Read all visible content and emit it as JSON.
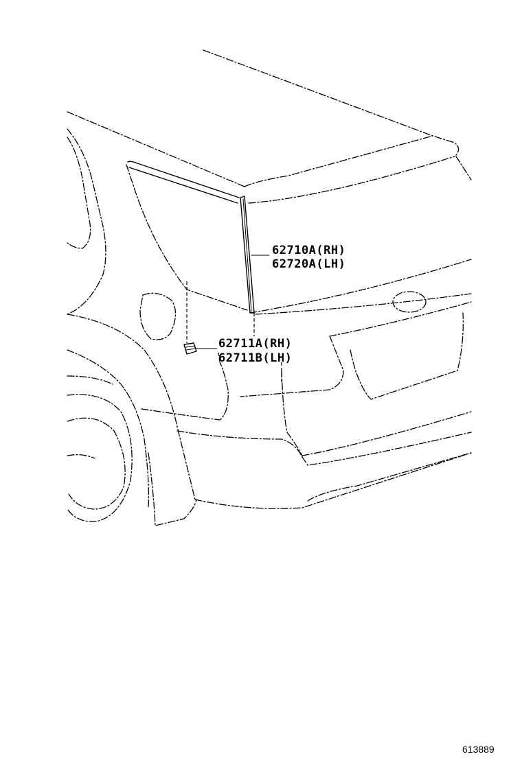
{
  "callouts": {
    "moulding_rh": "62710A(RH)",
    "moulding_lh": "62720A(LH)",
    "clip_rh": "62711A(RH)",
    "clip_lh": "62711B(LH)"
  },
  "figure_number": "613889"
}
